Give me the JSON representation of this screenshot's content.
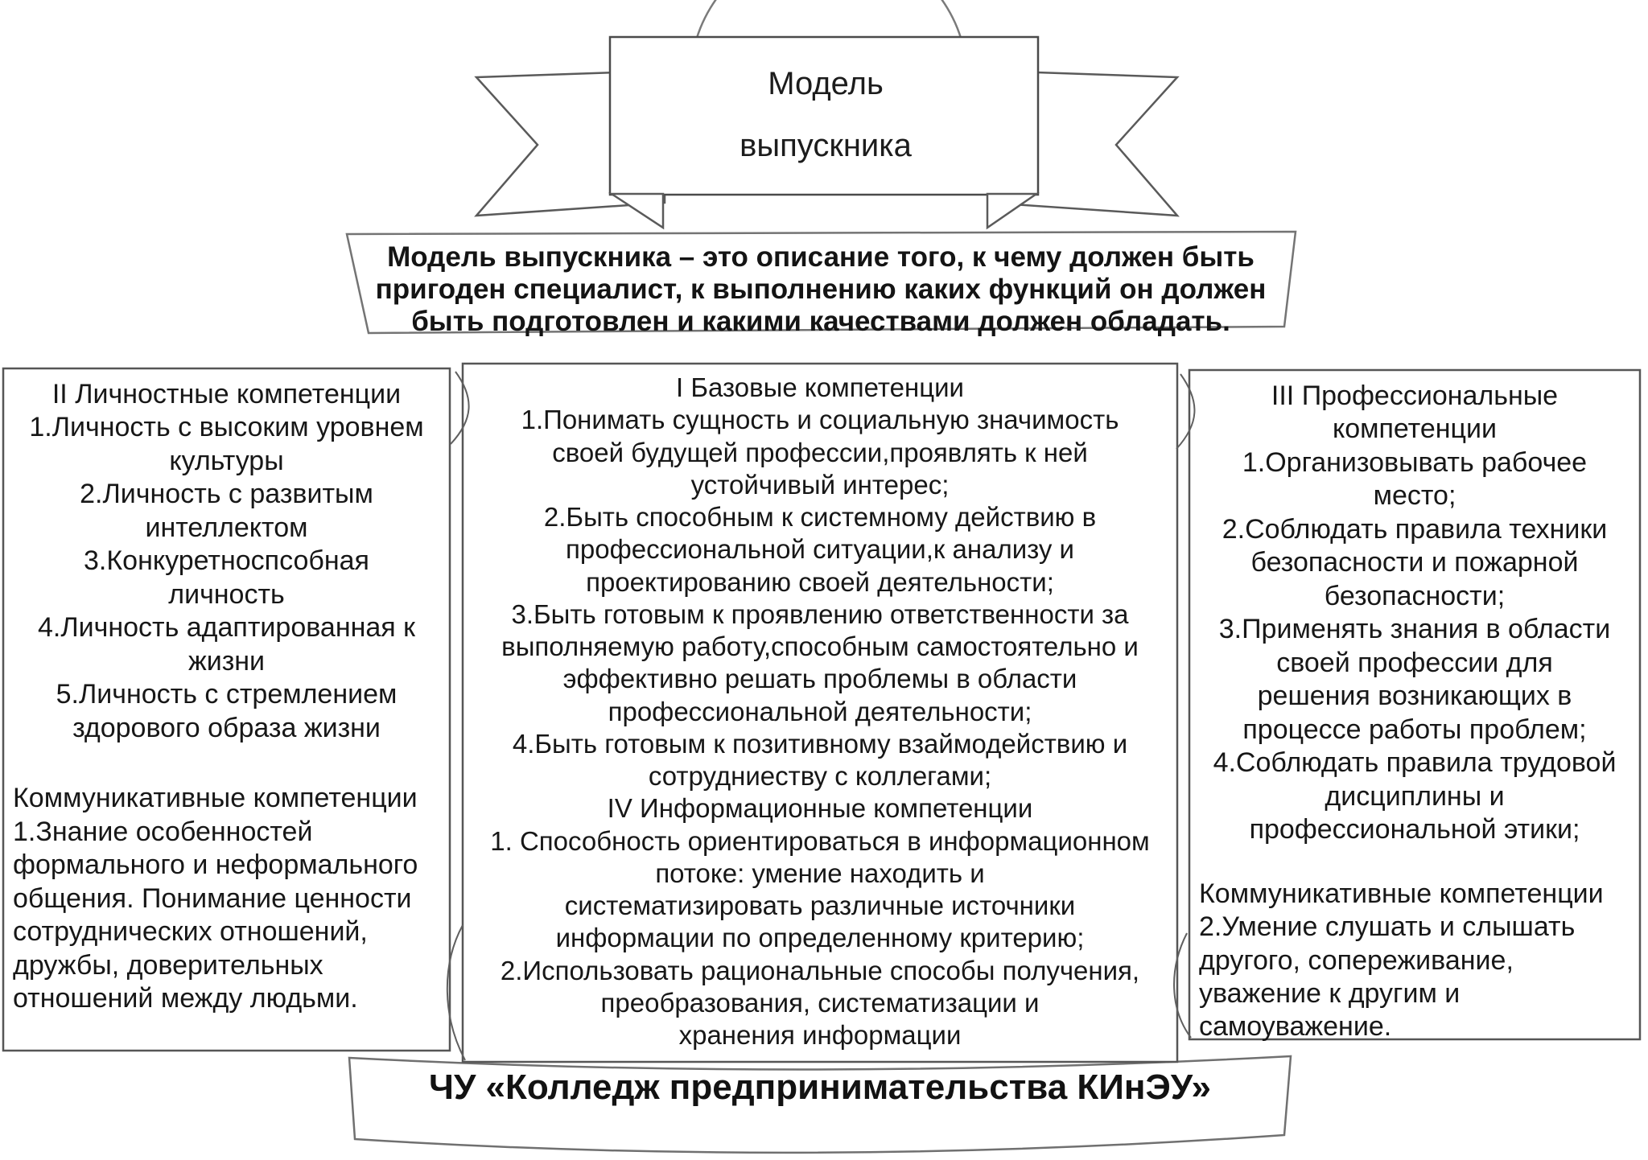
{
  "ribbon": {
    "title_line1": "Модель",
    "title_line2": "выпускника"
  },
  "definition": {
    "lines": [
      "Модель выпускника – это описание того, к чему должен быть",
      "пригоден специалист, к выполнению каких функций он должен",
      "быть подготовлен и какими качествами должен обладать."
    ]
  },
  "panels": {
    "personal": {
      "heading": "II Личностные   компетенции",
      "items": [
        "1.Личность с высоким уровнем\nкультуры",
        "2.Личность с развитым\nинтеллектом",
        "3.Конкуретноспсобная\nличность",
        "4.Личность адаптированная к\nжизни",
        "5.Личность с стремлением\nздорового образа жизни"
      ],
      "subheading": "Коммуникативные  компетенции",
      "subitems": [
        "1.Знание особенностей\nформального и неформального\nобщения. Понимание ценности\nсотруднических отношений,\nдружбы, доверительных\nотношений между людьми."
      ]
    },
    "base": {
      "heading": "I Базовые компетенции",
      "items": [
        "1.Понимать сущность и социальную значимость\nсвоей будущей профессии,проявлять к ней\nустойчивый интерес;",
        "2.Быть способным к системному действию в\nпрофессиональной ситуации,к анализу и\nпроектированию своей деятельности;",
        "3.Быть готовым к проявлению ответственности за\nвыполняемую работу,способным самостоятельно и\nэффективно решать проблемы в области\nпрофессиональной деятельности;",
        "4.Быть готовым к позитивному взаймодействию и\nсотрудниеству с коллегами;"
      ],
      "subheading": "IV Информационные компетенции",
      "subitems": [
        "1. Способность ориентироваться в информационном\nпотоке: умение находить и\nсистематизировать различные источники\nинформации по определенному критерию;",
        "2.Использовать рациональные способы получения,\nпреобразования, систематизации и\nхранения информации"
      ]
    },
    "professional": {
      "heading": "III Профессиональные\nкомпетенции",
      "items": [
        "1.Организовывать рабочее\nместо;",
        "2.Соблюдать правила техники\nбезопасности и пожарной\nбезопасности;",
        "3.Применять знания в области\nсвоей профессии  для\nрешения возникающих в\nпроцессе работы проблем;",
        "4.Соблюдать правила трудовой\nдисциплины и\nпрофессиональной этики;"
      ],
      "subheading": "Коммуникативные  компетенции",
      "subitems": [
        "2.Умение слушать и слышать\nдругого, сопереживание,\nуважение к другим и\nсамоуважение."
      ]
    }
  },
  "footer": {
    "label": "ЧУ «Колледж предпринимательства КИнЭУ»"
  },
  "colors": {
    "background": "#ffffff",
    "text": "#161616",
    "shape_stroke": "#666666"
  }
}
